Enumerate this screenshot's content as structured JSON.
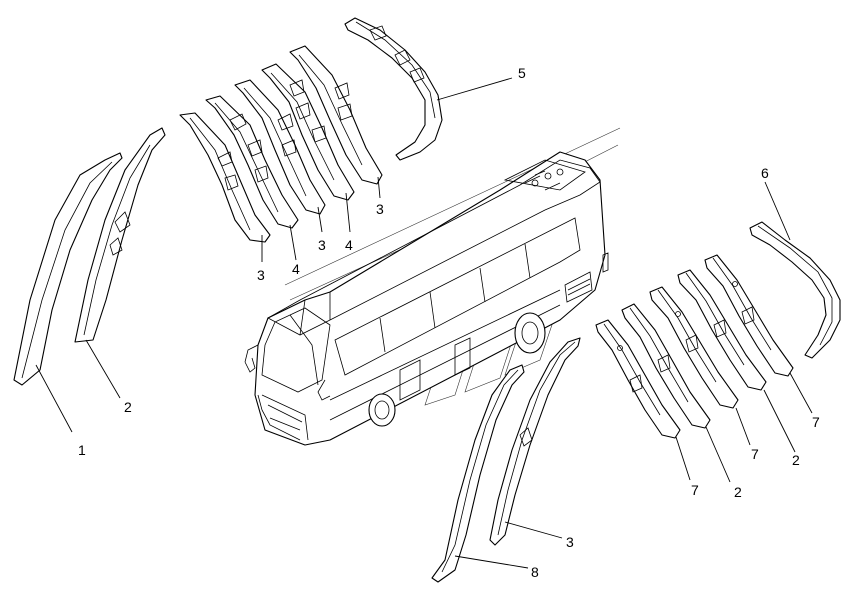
{
  "callouts": {
    "c1": "1",
    "c2a": "2",
    "c3a": "3",
    "c4a": "4",
    "c3b": "3",
    "c4b": "4",
    "c3c": "3",
    "c5": "5",
    "c6": "6",
    "c7a": "7",
    "c2b": "2",
    "c7b": "7",
    "c2c": "2",
    "c7c": "7",
    "c3d": "3",
    "c8": "8"
  }
}
